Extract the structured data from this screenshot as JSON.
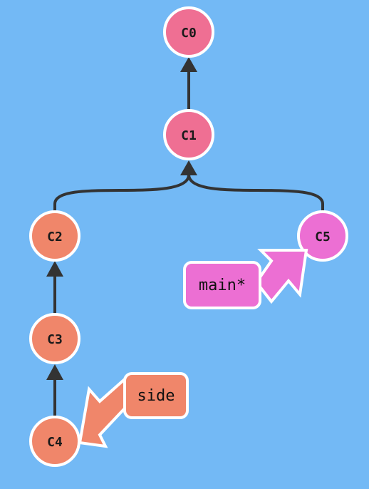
{
  "colors": {
    "background": "#73b9f5",
    "edge": "#333333",
    "node_border": "#ffffff",
    "main_commit": "#ef6f93",
    "side_commit": "#f0866a",
    "main_branch": "#ec6fd3",
    "side_branch": "#f0866a"
  },
  "commits": [
    {
      "id": "C0",
      "label": "C0",
      "branch": "main"
    },
    {
      "id": "C1",
      "label": "C1",
      "branch": "main"
    },
    {
      "id": "C2",
      "label": "C2",
      "branch": "side"
    },
    {
      "id": "C3",
      "label": "C3",
      "branch": "side"
    },
    {
      "id": "C4",
      "label": "C4",
      "branch": "side"
    },
    {
      "id": "C5",
      "label": "C5",
      "branch": "main-head"
    }
  ],
  "edges": [
    {
      "from": "C1",
      "to": "C0"
    },
    {
      "from": "C2",
      "to": "C1"
    },
    {
      "from": "C5",
      "to": "C1"
    },
    {
      "from": "C3",
      "to": "C2"
    },
    {
      "from": "C4",
      "to": "C3"
    }
  ],
  "branches": [
    {
      "id": "main",
      "label": "main*",
      "target": "C5"
    },
    {
      "id": "side",
      "label": "side",
      "target": "C4"
    }
  ]
}
